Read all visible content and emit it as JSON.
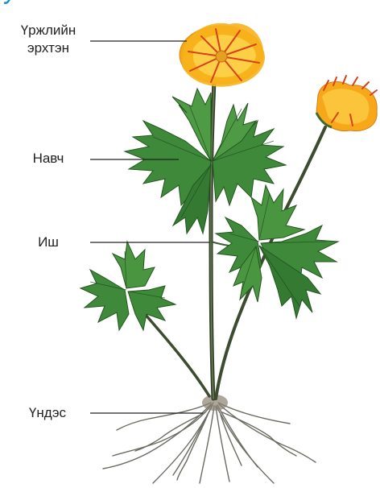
{
  "labels": {
    "flower_line1": "Үржлийн",
    "flower_line2": "эрхтэн",
    "leaf": "Навч",
    "stem": "Иш",
    "root": "Үндэс"
  },
  "colors": {
    "petal": "#f7b21c",
    "petal_vein": "#d8401a",
    "leaf": "#3f8a3a",
    "leaf_dark": "#2a6a2c",
    "stem": "#3b4a2f",
    "root": "#6a6a60",
    "leader_line": "#222222"
  }
}
